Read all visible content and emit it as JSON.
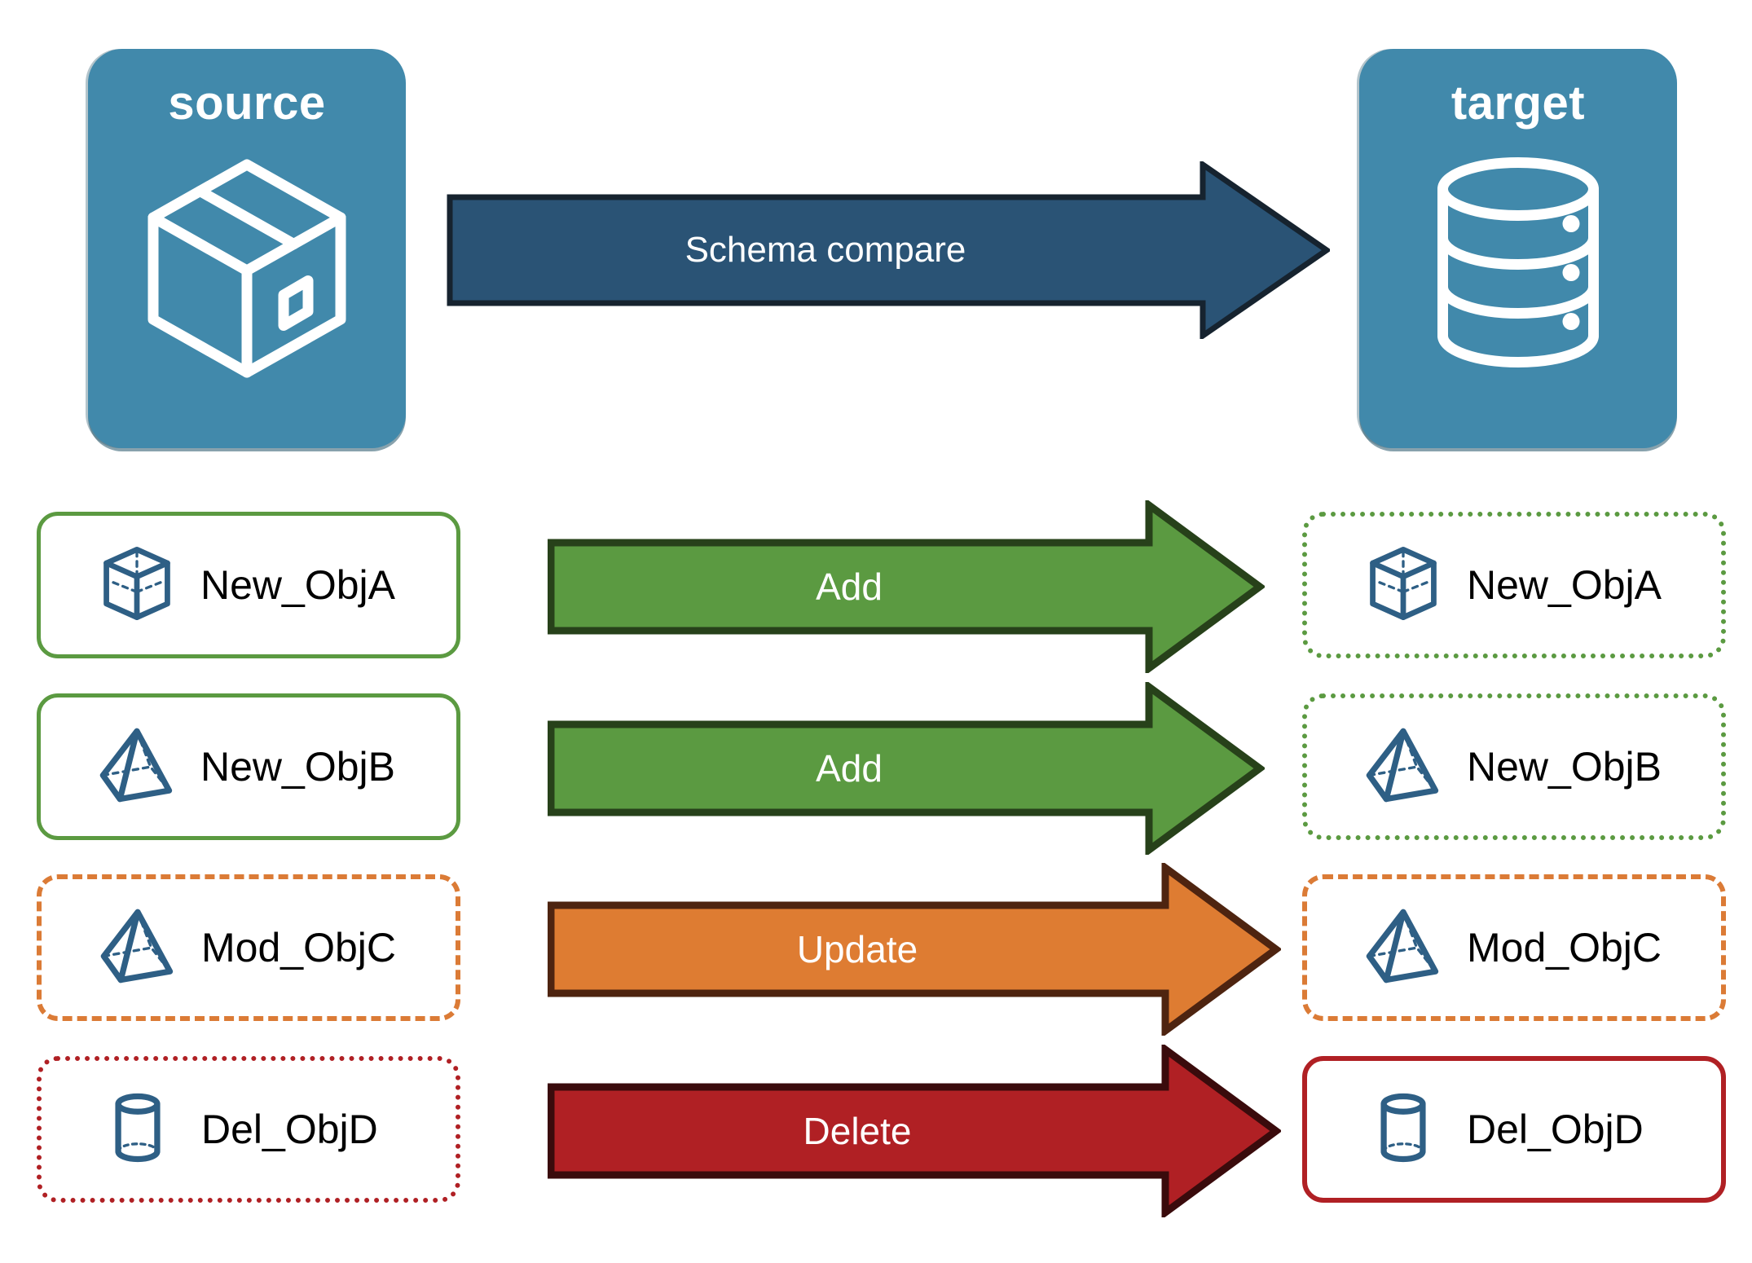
{
  "diagram": {
    "title_source": "source",
    "title_target": "target",
    "compare_arrow_label": "Schema compare",
    "colors": {
      "panel_fill": "#4189AB",
      "panel_shadow": "#2D667E",
      "compare_arrow_fill": "#2A5375",
      "compare_arrow_stroke": "#16232F",
      "icon_blue": "#2E5F85",
      "add_fill": "#5B9A41",
      "add_stroke": "#27411A",
      "update_fill": "#DE7C32",
      "update_stroke": "#4E2410",
      "delete_fill": "#B02024",
      "delete_stroke": "#3A0B0C",
      "green_border": "#5B9A41",
      "orange_border": "#DB7B36",
      "red_border": "#B02024",
      "label_text": "#000000",
      "arrow_text": "#FFFFFF"
    },
    "source_icon": "package-cube-icon",
    "target_icon": "database-cylinder-icon",
    "rows": [
      {
        "source_label": "New_ObjA",
        "target_label": "New_ObjA",
        "action": "Add",
        "icon": "wireframe-cube-icon",
        "source_border_style": "solid-green",
        "target_border_style": "dotted-green",
        "arrow_color": "green"
      },
      {
        "source_label": "New_ObjB",
        "target_label": "New_ObjB",
        "action": "Add",
        "icon": "wireframe-pyramid-icon",
        "source_border_style": "solid-green",
        "target_border_style": "dotted-green",
        "arrow_color": "green"
      },
      {
        "source_label": "Mod_ObjC",
        "target_label": "Mod_ObjC",
        "action": "Update",
        "icon": "wireframe-pyramid-icon",
        "source_border_style": "dashed-orange",
        "target_border_style": "dashed-orange",
        "arrow_color": "orange"
      },
      {
        "source_label": "Del_ObjD",
        "target_label": "Del_ObjD",
        "action": "Delete",
        "icon": "wireframe-cylinder-icon",
        "source_border_style": "dotted-red",
        "target_border_style": "solid-red",
        "arrow_color": "red"
      }
    ]
  }
}
